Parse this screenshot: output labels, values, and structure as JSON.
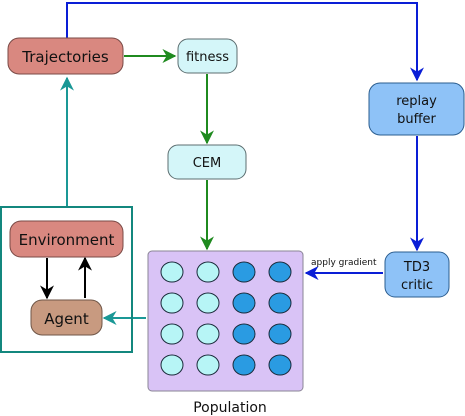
{
  "nodes": {
    "trajectories": "Trajectories",
    "fitness": "fitness",
    "cem": "CEM",
    "replay_buffer": [
      "replay",
      "buffer"
    ],
    "td3_critic": [
      "TD3",
      "critic"
    ],
    "environment": "Environment",
    "agent": "Agent",
    "population": "Population"
  },
  "edges": {
    "apply_gradient": "apply gradient"
  },
  "population_grid": {
    "rows": 4,
    "cols": 4,
    "col_styles": [
      "light",
      "light",
      "dark",
      "dark"
    ]
  },
  "colors": {
    "salmon_box": "#d98880",
    "salmon_border": "#7a4a46",
    "cyan_box": "#d4f6f9",
    "cyan_border": "#5c6e70",
    "blue_box": "#8ec2f7",
    "blue_border": "#2b5d8f",
    "agent_box": "#c89a80",
    "population_bg": "#d9c3f6",
    "circle_light": "#b7f5f6",
    "circle_dark": "#2a9be2",
    "green_arrow": "#1f8a1f",
    "blue_arrow": "#0a1ed6",
    "teal_arrow": "#1a9896",
    "black_arrow": "#000000",
    "teal_frame": "#13877e"
  }
}
